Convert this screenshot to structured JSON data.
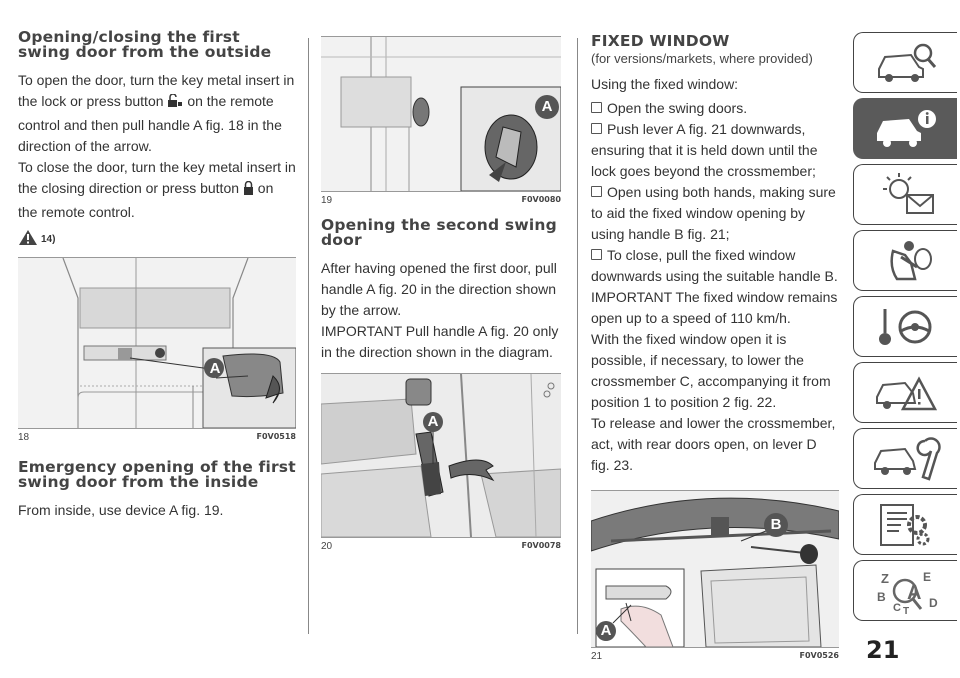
{
  "col1": {
    "heading1": "Opening/closing the first swing door from the outside",
    "p1_a": "To open the door, turn the key metal insert in the lock or press button",
    "p1_b": "on the remote control and then pull handle A fig. 18 in the direction of the arrow.",
    "p2_a": "To close the door, turn the key metal insert in the closing direction or press button",
    "p2_b": "on the remote control.",
    "warning_ref": "14)",
    "fig18": {
      "num": "18",
      "code": "F0V0518",
      "label": "A"
    },
    "heading2": "Emergency opening of the first swing door from the inside",
    "p3": "From inside, use device A fig. 19."
  },
  "col2": {
    "fig19": {
      "num": "19",
      "code": "F0V0080",
      "label": "A"
    },
    "heading": "Opening the second swing door",
    "p1": "After having opened the first door, pull handle A fig. 20 in the direction shown by the arrow.",
    "p2": "IMPORTANT Pull handle A fig. 20 only in the direction shown in the diagram.",
    "fig20": {
      "num": "20",
      "code": "F0V0078",
      "label": "A"
    }
  },
  "col3": {
    "heading": "FIXED WINDOW",
    "subtitle": "(for versions/markets, where provided)",
    "intro": "Using the fixed window:",
    "bullets": [
      "Open the swing doors.",
      "Push lever A fig. 21 downwards, ensuring that it is held down until the lock goes beyond the crossmember;",
      "Open using both hands, making sure to aid the fixed window opening by using handle B fig. 21;",
      "To close, pull the fixed window downwards using the suitable handle B."
    ],
    "p_important": "IMPORTANT The fixed window remains open up to a speed of 110 km/h.",
    "p_open": "With the fixed window open it is possible, if necessary, to lower the crossmember C, accompanying it from position 1 to position 2 fig. 22.",
    "p_release": "To release and lower the crossmember, act, with rear doors open, on lever D fig. 23.",
    "fig21": {
      "num": "21",
      "code": "F0V0526",
      "label_a": "A",
      "label_b": "B"
    }
  },
  "page_number": "21",
  "tabs": [
    {
      "icon": "car-search-icon"
    },
    {
      "icon": "car-info-icon",
      "active": true
    },
    {
      "icon": "warning-light-message-icon"
    },
    {
      "icon": "airbag-seat-icon"
    },
    {
      "icon": "steering-key-icon"
    },
    {
      "icon": "car-warning-triangle-icon"
    },
    {
      "icon": "car-wrench-icon"
    },
    {
      "icon": "spec-sheet-gear-icon"
    },
    {
      "icon": "alphabet-index-icon"
    }
  ],
  "tab_labels": [
    "Z",
    "E",
    "A",
    "B",
    "C",
    "D",
    "T"
  ],
  "colors": {
    "text": "#333333",
    "rule": "#888888",
    "active_tab": "#5a5a5a"
  }
}
